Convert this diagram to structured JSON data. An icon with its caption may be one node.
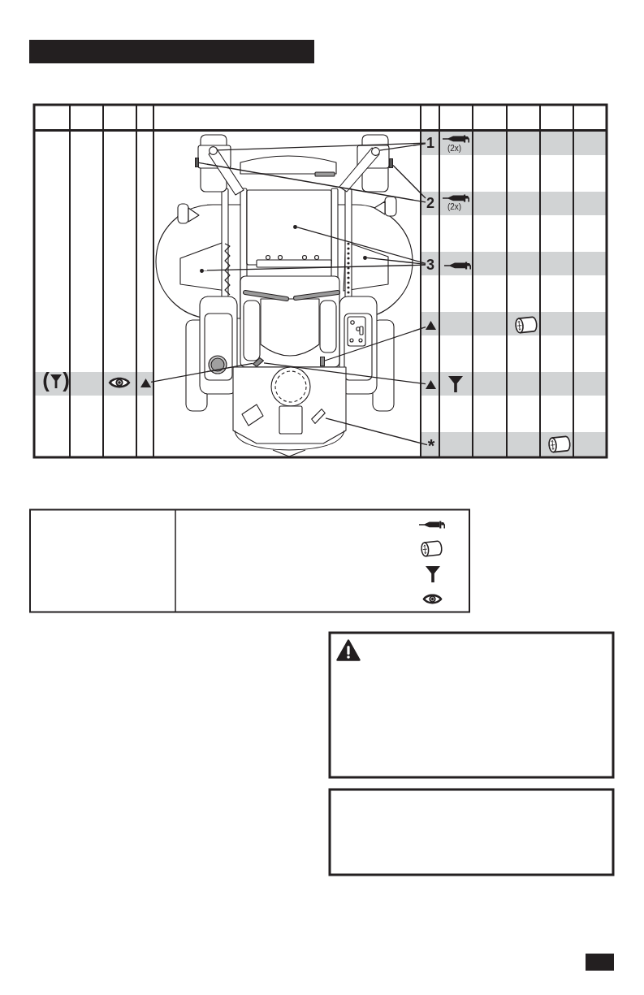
{
  "diagram": {
    "nodes": [
      {
        "text": [],
        "shape": "bar"
      },
      {
        "text": [
          "1"
        ]
      },
      {
        "text": [
          "2"
        ]
      },
      {
        "text": [
          "3"
        ]
      },
      {
        "text": [],
        "shape": "triangle"
      },
      {
        "text": [],
        "shape": "triangle"
      },
      {
        "text": [],
        "shape": "triangle"
      },
      {
        "text": [
          "*"
        ]
      },
      {
        "text": [],
        "shape": "circle"
      },
      {
        "text": [],
        "shape": "circle"
      },
      {
        "text": [],
        "shape": "box"
      },
      {
        "text": [],
        "shape": "box"
      },
      {
        "text": [],
        "shape": "circle"
      },
      {
        "text": [],
        "shape": "circle"
      },
      {
        "text": [],
        "shape": "circle"
      },
      {
        "text": [],
        "shape": "box"
      },
      {
        "text": [],
        "shape": "box"
      },
      {
        "text": [],
        "shape": "box"
      },
      {
        "text": [],
        "shape": "box"
      }
    ],
    "edges": [
      {
        "from": 1,
        "to": 8,
        "arrow": "none"
      },
      {
        "from": 1,
        "to": 9,
        "arrow": "none"
      },
      {
        "from": 2,
        "to": 10,
        "arrow": "none"
      },
      {
        "from": 2,
        "to": 11,
        "arrow": "none"
      },
      {
        "from": 3,
        "to": 12,
        "arrow": "none"
      },
      {
        "from": 3,
        "to": 13,
        "arrow": "none"
      },
      {
        "from": 3,
        "to": 14,
        "arrow": "none"
      },
      {
        "from": 4,
        "to": 15,
        "arrow": "none"
      },
      {
        "from": 5,
        "to": 16,
        "arrow": "none"
      },
      {
        "from": 6,
        "to": 16,
        "arrow": "none"
      },
      {
        "from": 7,
        "to": 17,
        "arrow": "none"
      }
    ],
    "labels": [
      "(2x)",
      "(2x)",
      "(",
      ")"
    ]
  }
}
